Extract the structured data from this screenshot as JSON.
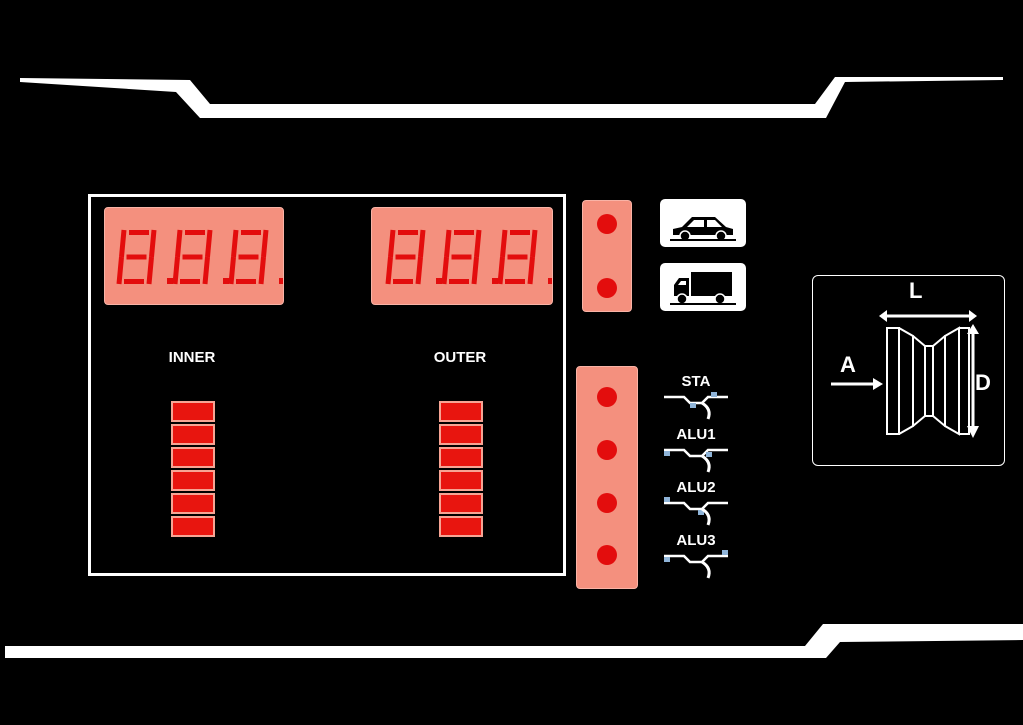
{
  "displays": {
    "left": {
      "digits": "8.8.8."
    },
    "right": {
      "digits": "8.8.8."
    }
  },
  "labels": {
    "inner": "INNER",
    "outer": "OUTER"
  },
  "bars": {
    "inner_count": 6,
    "outer_count": 6
  },
  "vehicle_modes": [
    {
      "id": "car",
      "icon": "car-icon"
    },
    {
      "id": "truck",
      "icon": "truck-icon"
    }
  ],
  "rim_modes": [
    {
      "label": "STA",
      "icon": "rim-sta-icon"
    },
    {
      "label": "ALU1",
      "icon": "rim-alu1-icon"
    },
    {
      "label": "ALU2",
      "icon": "rim-alu2-icon"
    },
    {
      "label": "ALU3",
      "icon": "rim-alu3-icon"
    }
  ],
  "wheel_diagram": {
    "label_a": "A",
    "label_l": "L",
    "label_d": "D"
  },
  "colors": {
    "display_bg": "#f4907e",
    "led": "#e30d0d",
    "bar": "#e8150f"
  }
}
